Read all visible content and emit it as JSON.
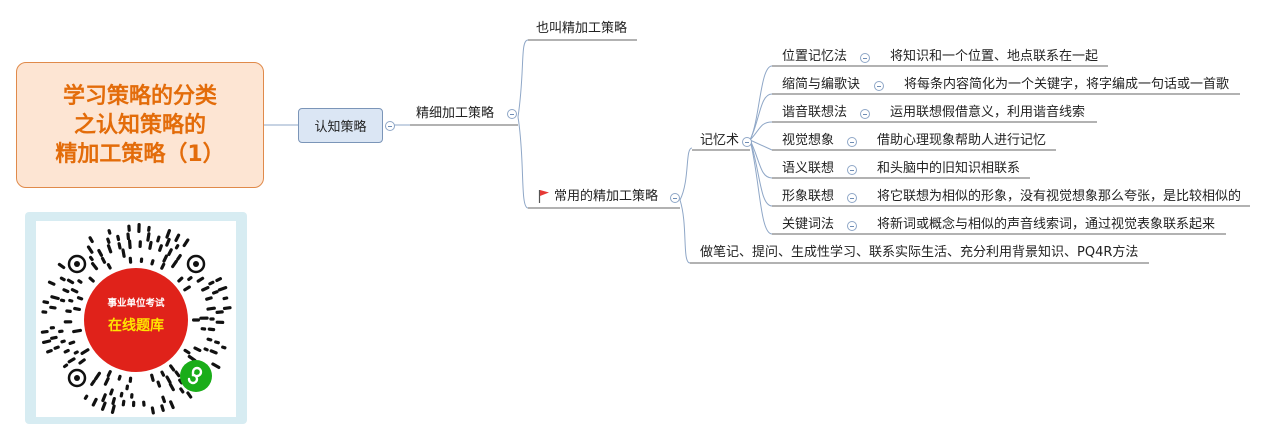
{
  "title": {
    "lines": [
      "学习策略的分类",
      "之认知策略的",
      "精加工策略（1）"
    ]
  },
  "root": {
    "label": "认知策略"
  },
  "branch": {
    "label": "精细加工策略"
  },
  "children": {
    "alias": "也叫精加工策略",
    "common": "常用的精加工策略"
  },
  "mnemonic": {
    "label": "记忆术"
  },
  "techniques": [
    {
      "name": "位置记忆法",
      "desc": "将知识和一个位置、地点联系在一起"
    },
    {
      "name": "缩简与编歌诀",
      "desc": "将每条内容简化为一个关键字，将字编成一句话或一首歌"
    },
    {
      "name": "谐音联想法",
      "desc": "运用联想假借意义，利用谐音线索"
    },
    {
      "name": "视觉想象",
      "desc": "借助心理现象帮助人进行记忆"
    },
    {
      "name": "语义联想",
      "desc": "和头脑中的旧知识相联系"
    },
    {
      "name": "形象联想",
      "desc": "将它联想为相似的形象，没有视觉想象那么夸张，是比较相似的"
    },
    {
      "name": "关键词法",
      "desc": "将新词或概念与相似的声音线索词，通过视觉表象联系起来"
    }
  ],
  "other_methods": "做笔记、提问、生成性学习、联系实际生活、充分利用背景知识、PQ4R方法",
  "qr": {
    "line1": "事业单位考试",
    "line2": "在线题库"
  },
  "colors": {
    "title_text": "#e36c0a",
    "title_bg": "#fde5d3",
    "title_border": "#e08a4a",
    "node_bg": "#dbe6f4",
    "node_border": "#7b95b8",
    "line": "#8fa7c7",
    "underline": "#666666",
    "flag": "#e53935",
    "qr_red": "#e0221a",
    "qr_yellow": "#ffe400",
    "qr_green": "#1aad19"
  },
  "icons": [
    "flag-icon",
    "collapse-icon",
    "mini-program-icon"
  ]
}
